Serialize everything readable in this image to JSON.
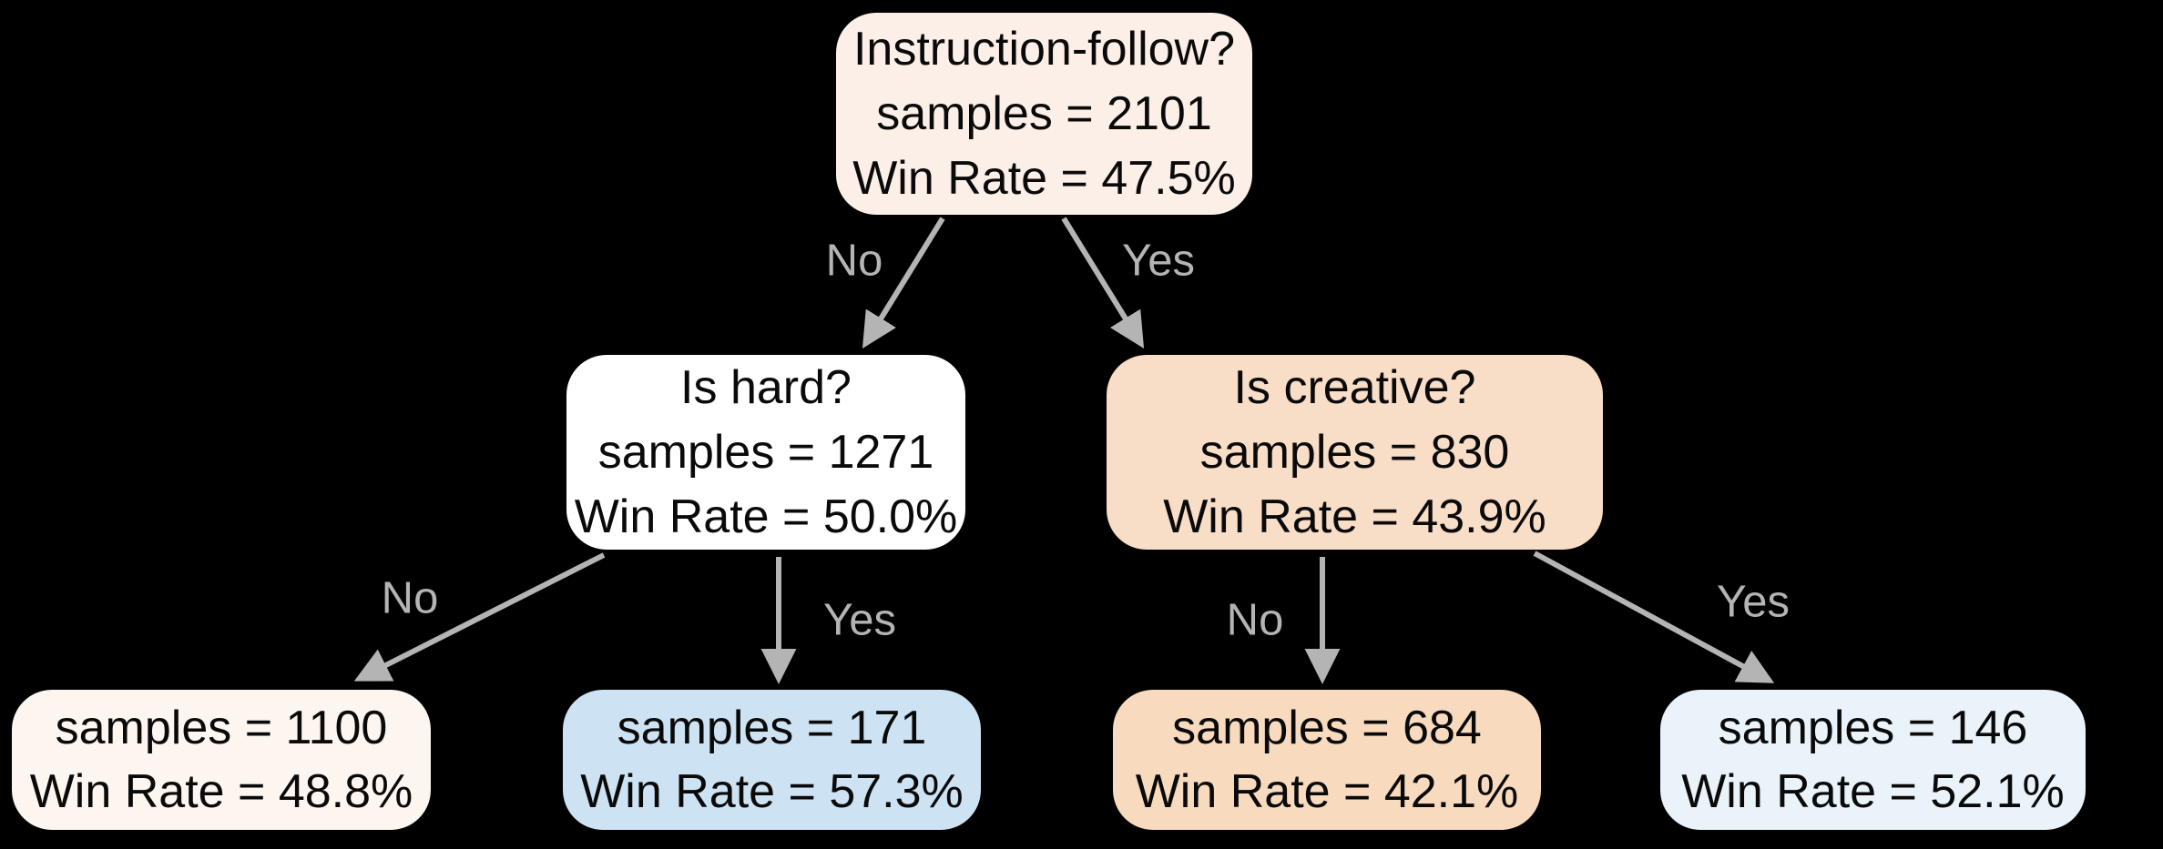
{
  "diagram": {
    "type": "decision-tree",
    "background": "#000000",
    "arrow_color": "#b4b4b4",
    "edge_label_color": "#b4b4b4",
    "text_color": "#0a0a0a",
    "nodes": [
      {
        "id": "root",
        "question": "Instruction-follow?",
        "samples": "samples = 2101",
        "win_rate": "Win Rate = 47.5%",
        "fill": "#fcefe7"
      },
      {
        "id": "is-hard",
        "question": "Is hard?",
        "samples": "samples = 1271",
        "win_rate": "Win Rate = 50.0%",
        "fill": "#ffffff"
      },
      {
        "id": "is-creative",
        "question": "Is creative?",
        "samples": "samples = 830",
        "win_rate": "Win Rate = 43.9%",
        "fill": "#f8ddc7"
      },
      {
        "id": "leaf-no-no",
        "samples": "samples = 1100",
        "win_rate": "Win Rate = 48.8%",
        "fill": "#fdf6f0"
      },
      {
        "id": "leaf-no-yes",
        "samples": "samples = 171",
        "win_rate": "Win Rate = 57.3%",
        "fill": "#cde3f3"
      },
      {
        "id": "leaf-yes-no",
        "samples": "samples = 684",
        "win_rate": "Win Rate = 42.1%",
        "fill": "#f8dabe"
      },
      {
        "id": "leaf-yes-yes",
        "samples": "samples = 146",
        "win_rate": "Win Rate = 52.1%",
        "fill": "#eaf2fa"
      }
    ],
    "edges": [
      {
        "from": "root",
        "to": "is-hard",
        "label": "No"
      },
      {
        "from": "root",
        "to": "is-creative",
        "label": "Yes"
      },
      {
        "from": "is-hard",
        "to": "leaf-no-no",
        "label": "No"
      },
      {
        "from": "is-hard",
        "to": "leaf-no-yes",
        "label": "Yes"
      },
      {
        "from": "is-creative",
        "to": "leaf-yes-no",
        "label": "No"
      },
      {
        "from": "is-creative",
        "to": "leaf-yes-yes",
        "label": "Yes"
      }
    ]
  }
}
